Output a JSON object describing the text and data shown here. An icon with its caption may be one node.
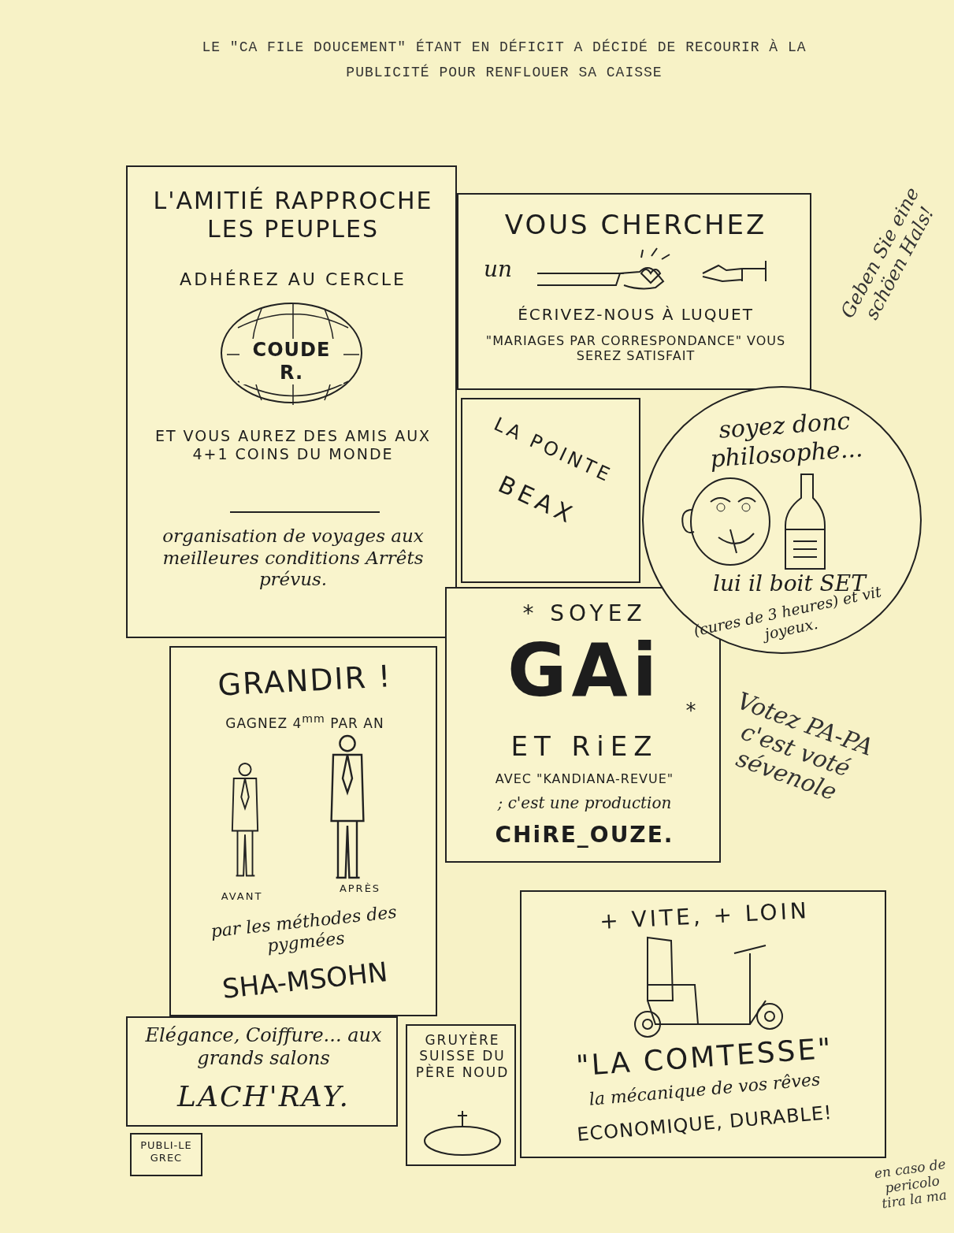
{
  "diagram": {
    "title": "LE \"CA FILE DOUCEMENT\" ÉTANT EN DÉFICIT A DÉCIDÉ DE RECOURIR À LA PUBLICITÉ POUR RENFLOUER SA CAISSE",
    "nodes": [
      {
        "text": [
          "L'AMITIÉ RAPPROCHE LES PEUPLES",
          "ADHÉREZ AU CERCLE",
          "ET VOUS AUREZ DES AMIS AUX 4+1 COINS DU MONDE",
          "organisation de voyages aux meilleures conditions Arrêts prévus."
        ]
      },
      {
        "text": [
          "COUDE R."
        ],
        "in": 0
      },
      {
        "text": [
          "VOUS CHERCHEZ",
          "un",
          "ÉCRIVEZ-NOUS À LUQUET",
          "\"MARIAGES PAR CORRESPONDANCE\" VOUS SEREZ SATISFAIT"
        ]
      },
      {
        "text": [
          "LA POINTE",
          "BEAX"
        ]
      },
      {
        "text": [
          "soyez donc philosophe...",
          "lui il boit SET",
          "(cures de 3 heures) et vit joyeux."
        ]
      },
      {
        "text": [
          "GRANDIR !",
          "GAGNEZ 4$^{mm}$ PAR AN",
          "AVANT",
          "APRÈS",
          "par les méthodes des pygmées",
          "SHA-MSOHN"
        ]
      },
      {
        "text": [
          "* SOYEZ",
          "GAi",
          "*",
          "ET RiEZ",
          "AVEC \"KANDIANA-REVUE\"",
          "; c'est une production",
          "CHiRE_OUZE."
        ]
      },
      {
        "text": [
          "+ VITE, + LOIN",
          "\"LA COMTESSE\"",
          "la mécanique de vos rêves",
          "ECONOMIQUE, DURABLE!"
        ]
      },
      {
        "text": [
          "Elégance, Coiffure... aux grands salons",
          "LACH'RAY."
        ]
      },
      {
        "text": [
          "GRUYÈRE SUISSE DU PÈRE NOUD"
        ]
      },
      {
        "text": [
          "PUBLI-LE GREC"
        ]
      }
    ],
    "labels": [
      "Geben Sie eine schöen Hals!",
      "Votez PA-PA c'est voté sévenole",
      "en caso de pericolo tira la ma"
    ]
  }
}
